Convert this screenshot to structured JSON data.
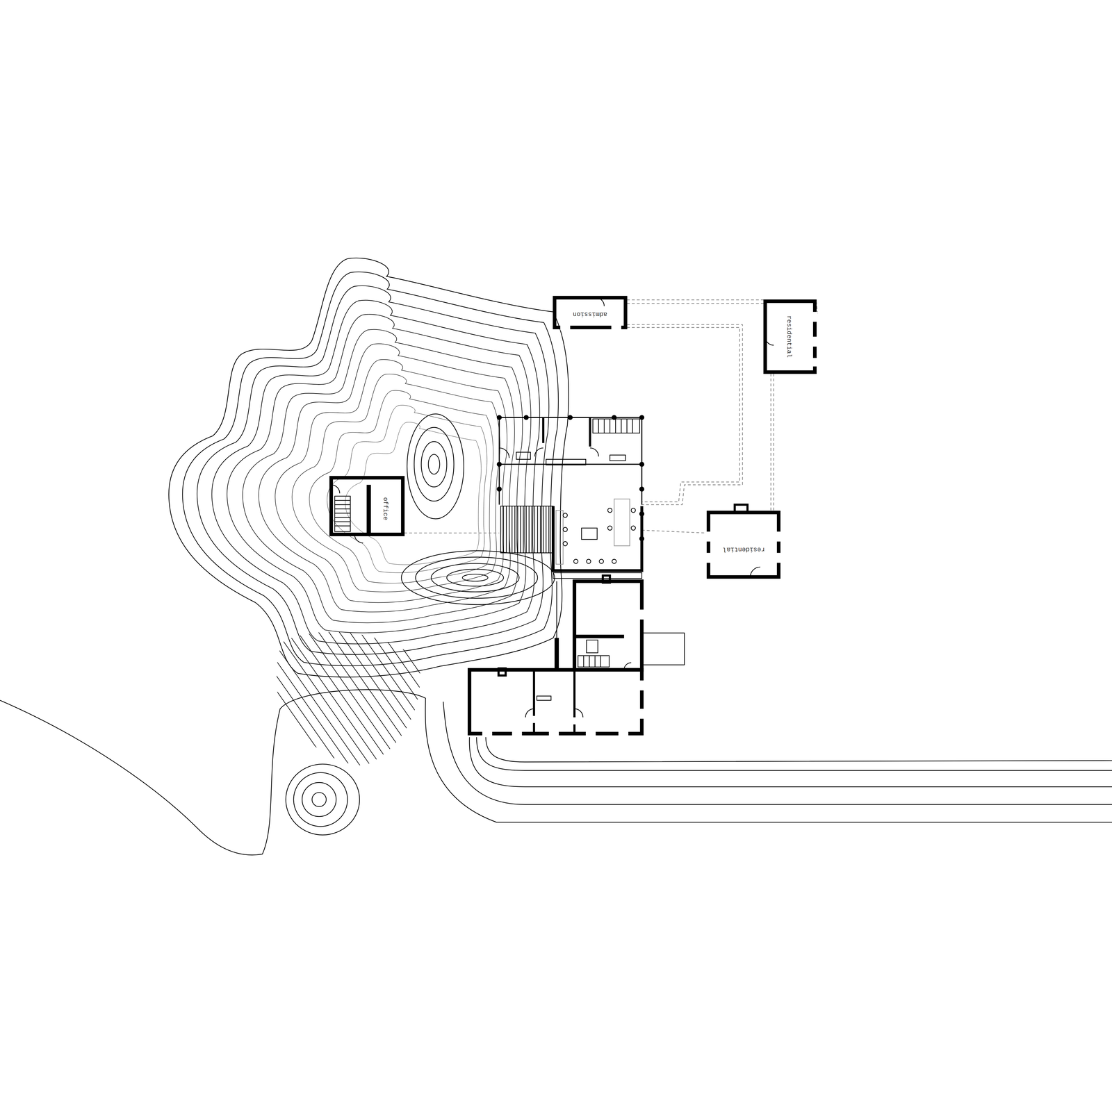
{
  "diagram": {
    "nodes": [
      {
        "text": [
          "admission"
        ]
      },
      {
        "text": [
          "residential"
        ]
      },
      {
        "text": [
          "office"
        ]
      },
      {
        "text": [
          "residential"
        ]
      }
    ]
  }
}
